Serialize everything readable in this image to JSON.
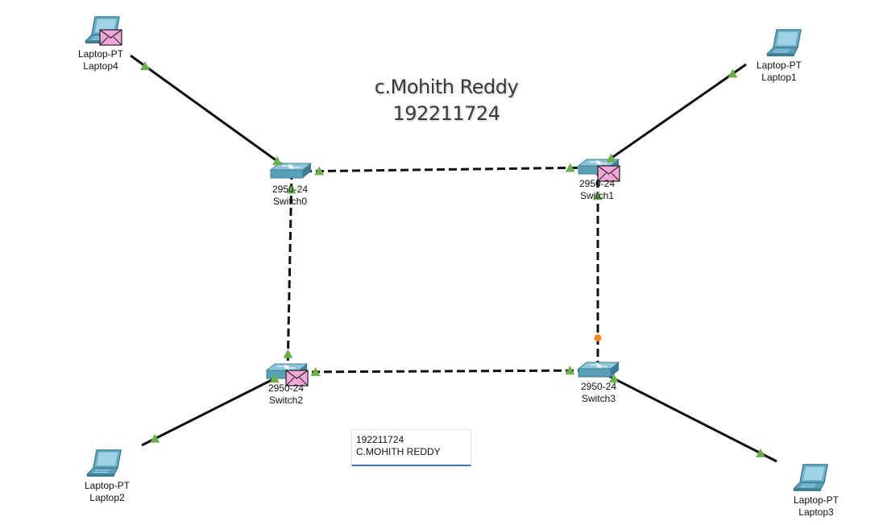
{
  "title": {
    "name": "c.Mohith Reddy",
    "id": "192211724"
  },
  "note": {
    "line1": "192211724",
    "line2": "C.MOHITH REDDY"
  },
  "devices": [
    {
      "key": "laptop4",
      "type": "laptop",
      "model": "Laptop-PT",
      "name": "Laptop4"
    },
    {
      "key": "laptop1",
      "type": "laptop",
      "model": "Laptop-PT",
      "name": "Laptop1"
    },
    {
      "key": "laptop2",
      "type": "laptop",
      "model": "Laptop-PT",
      "name": "Laptop2"
    },
    {
      "key": "laptop3",
      "type": "laptop",
      "model": "Laptop-PT",
      "name": "Laptop3"
    },
    {
      "key": "switch0",
      "type": "switch",
      "model": "2950-24",
      "name": "Switch0"
    },
    {
      "key": "switch1",
      "type": "switch",
      "model": "2950-24",
      "name": "Switch1"
    },
    {
      "key": "switch2",
      "type": "switch",
      "model": "2950-24",
      "name": "Switch2"
    },
    {
      "key": "switch3",
      "type": "switch",
      "model": "2950-24",
      "name": "Switch3"
    }
  ],
  "links": [
    {
      "from": "laptop4",
      "to": "switch0",
      "cable": "straight",
      "status": "up"
    },
    {
      "from": "laptop1",
      "to": "switch1",
      "cable": "straight",
      "status": "up"
    },
    {
      "from": "laptop2",
      "to": "switch2",
      "cable": "straight",
      "status": "up"
    },
    {
      "from": "laptop3",
      "to": "switch3",
      "cable": "straight",
      "status": "up"
    },
    {
      "from": "switch0",
      "to": "switch1",
      "cable": "crossover",
      "status": "up"
    },
    {
      "from": "switch0",
      "to": "switch2",
      "cable": "crossover",
      "status": "up"
    },
    {
      "from": "switch2",
      "to": "switch3",
      "cable": "crossover",
      "status": "up"
    },
    {
      "from": "switch1",
      "to": "switch3",
      "cable": "crossover",
      "status": "blocking"
    }
  ],
  "pdus_at": [
    "laptop4",
    "switch1",
    "switch2"
  ],
  "colors": {
    "up": "#6ab04c",
    "blocking": "#f08a24",
    "device": "#5a9fb8",
    "pdu": "#f3a6d8"
  }
}
